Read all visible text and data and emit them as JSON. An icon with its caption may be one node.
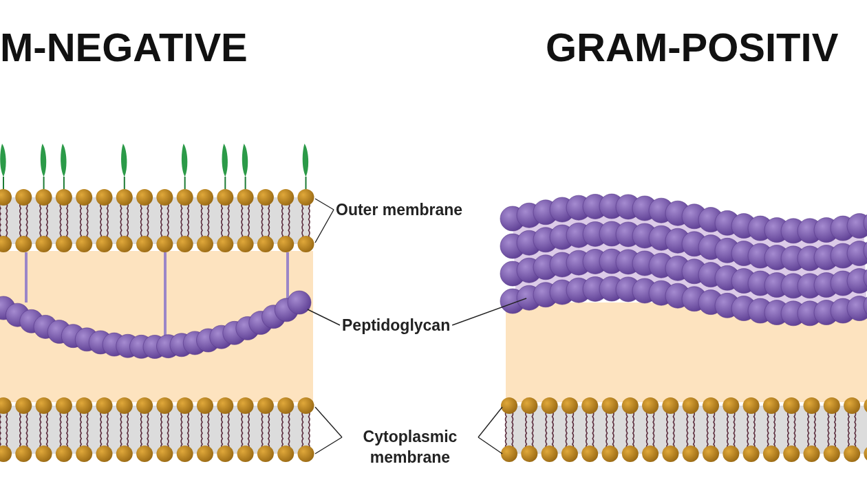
{
  "diagram": {
    "nodes": [
      {
        "text": [
          "Outer membrane"
        ]
      },
      {
        "text": [
          "Peptidoglycan"
        ]
      },
      {
        "text": [
          "Cytoplasmic membrane"
        ]
      },
      {
        "text": [],
        "shape": "picture"
      },
      {
        "text": [],
        "shape": "picture"
      },
      {
        "text": [],
        "shape": "picture"
      },
      {
        "text": [],
        "shape": "picture"
      },
      {
        "text": [],
        "shape": "picture"
      }
    ],
    "edges": [
      {
        "from": 0,
        "to": 3,
        "arrow": "none"
      },
      {
        "from": 0,
        "to": 3,
        "arrow": "none"
      },
      {
        "from": 1,
        "to": 4,
        "arrow": "none"
      },
      {
        "from": 1,
        "to": 6,
        "arrow": "none"
      },
      {
        "from": 2,
        "to": 5,
        "arrow": "none"
      },
      {
        "from": 2,
        "to": 5,
        "arrow": "none"
      },
      {
        "from": 2,
        "to": 7,
        "arrow": "none"
      },
      {
        "from": 2,
        "to": 7,
        "arrow": "none"
      }
    ],
    "labels": [
      "M-NEGATIVE",
      "GRAM-POSITIV"
    ]
  }
}
